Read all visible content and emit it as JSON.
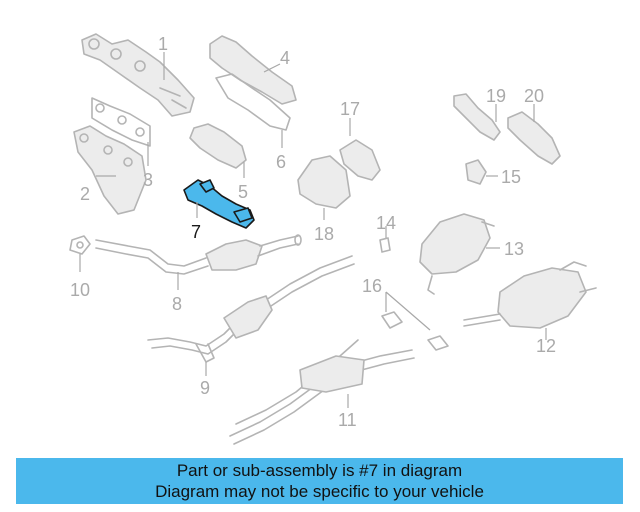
{
  "callouts": {
    "c1": "1",
    "c2": "2",
    "c3": "3",
    "c4": "4",
    "c5": "5",
    "c6": "6",
    "c7": "7",
    "c8": "8",
    "c9": "9",
    "c10": "10",
    "c11": "11",
    "c12": "12",
    "c13": "13",
    "c14": "14",
    "c15": "15",
    "c16": "16",
    "c17": "17",
    "c18": "18",
    "c19": "19",
    "c20": "20"
  },
  "highlighted_part": "7",
  "colors": {
    "highlight": "#4bb8ec",
    "line_art": "#b4b4b4",
    "banner": "#4bb8ec"
  },
  "banner": {
    "line1": "Part or sub-assembly is #7 in diagram",
    "line2": "Diagram may not be specific to your vehicle"
  }
}
